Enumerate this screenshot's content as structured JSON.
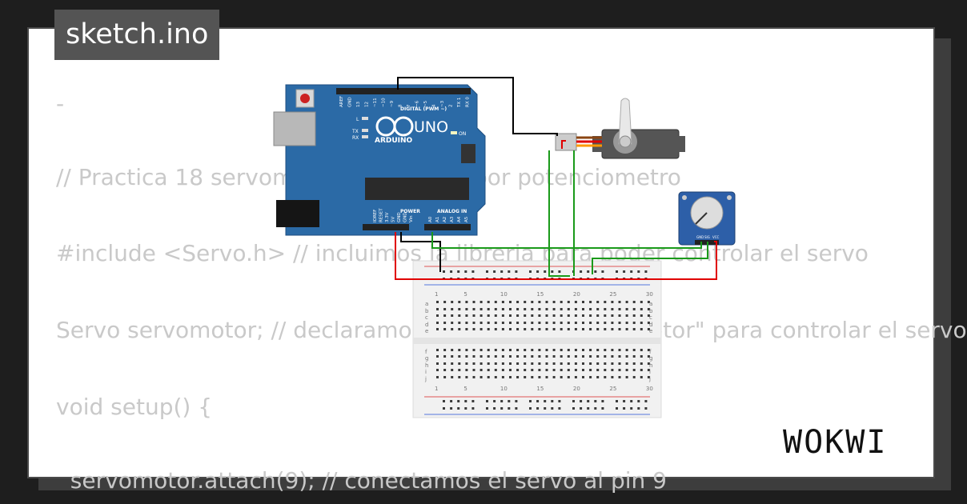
{
  "title_tab": "sketch.ino",
  "code_lines": [
    "-",
    "// Practica 18 servomotor controlado por potenciometro",
    "#include <Servo.h> // incluimos la libreria para poder controlar el servo",
    "Servo servomotor; // declaramos la variable \"servomotor\" para controlar el servo",
    "void setup() {",
    "  servomotor.attach(9); // conectamos el servo al pin 9"
  ],
  "arduino": {
    "brand": "ARDUINO",
    "model": "UNO",
    "header_digital": "DIGITAL (PWM ~)",
    "header_power": "POWER",
    "header_analog": "ANALOG IN",
    "led_on": "ON",
    "led_l": "L",
    "led_tx": "TX",
    "led_rx": "RX",
    "top_pins": [
      "AREF",
      "GND",
      "13",
      "12",
      "~11",
      "~10",
      "~9",
      "8",
      "7",
      "~6",
      "~5",
      "4",
      "~3",
      "2",
      "TX 1",
      "RX 0"
    ],
    "power_pins": [
      "IOREF",
      "RESET",
      "3.3V",
      "5V",
      "GND",
      "GND",
      "Vin"
    ],
    "analog_pins": [
      "A0",
      "A1",
      "A2",
      "A3",
      "A4",
      "A5"
    ]
  },
  "breadboard": {
    "col_numbers": [
      "1",
      "5",
      "10",
      "15",
      "20",
      "25",
      "30"
    ],
    "row_letters_top": [
      "a",
      "b",
      "c",
      "d",
      "e"
    ],
    "row_letters_bottom": [
      "f",
      "g",
      "h",
      "i",
      "j"
    ]
  },
  "potentiometer": {
    "pin_labels": [
      "GND",
      "SIG",
      "VCC"
    ]
  },
  "logo": "WOKWI",
  "colors": {
    "background": "#1e1e1e",
    "card": "#ffffff",
    "title_tab": "#545454",
    "code_text": "#c9c9c9",
    "arduino_board": "#2b6aa6",
    "wire_black": "#000000",
    "wire_red": "#e00000",
    "wire_green": "#1a9a1a"
  }
}
